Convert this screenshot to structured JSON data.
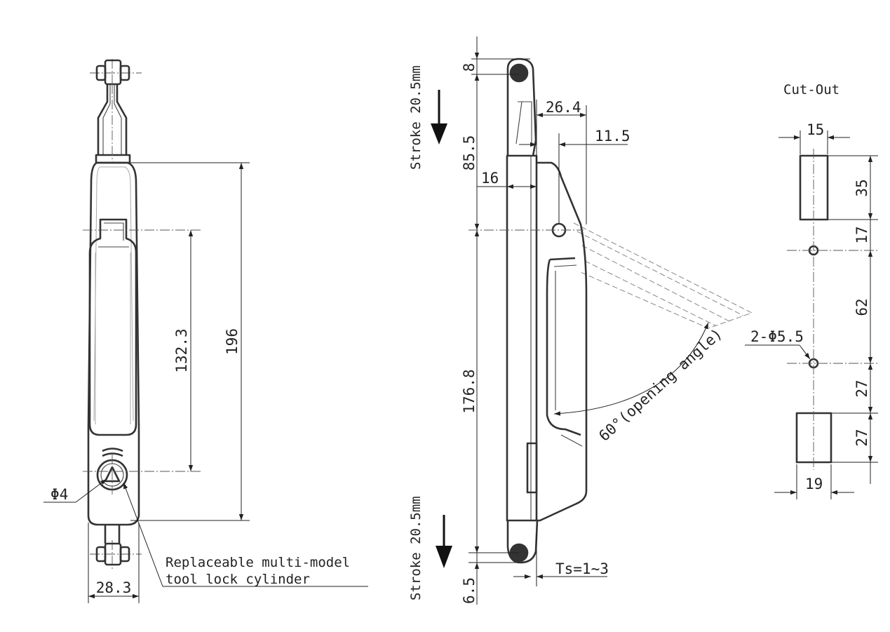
{
  "front_view": {
    "dim_total_height": "196",
    "dim_hole_pitch": "132.3",
    "dim_width": "28.3",
    "dim_keyhole": "Φ4",
    "note_line1": "Replaceable multi-model",
    "note_line2": "tool lock cylinder"
  },
  "side_view": {
    "stroke_top": "Stroke 20.5mm",
    "stroke_bottom": "Stroke 20.5mm",
    "dim_8": "8",
    "dim_85_5": "85.5",
    "dim_26_4": "26.4",
    "dim_11_5": "11.5",
    "dim_16": "16",
    "dim_176_8": "176.8",
    "dim_6_5": "6.5",
    "dim_ts": "Ts=1~3",
    "angle_label": "60°(opening angle)"
  },
  "cutout": {
    "title": "Cut-Out",
    "dim_15": "15",
    "dim_35": "35",
    "dim_17": "17",
    "dim_62": "62",
    "hole_label": "2-Φ5.5",
    "dim_27a": "27",
    "dim_27b": "27",
    "dim_19": "19"
  }
}
